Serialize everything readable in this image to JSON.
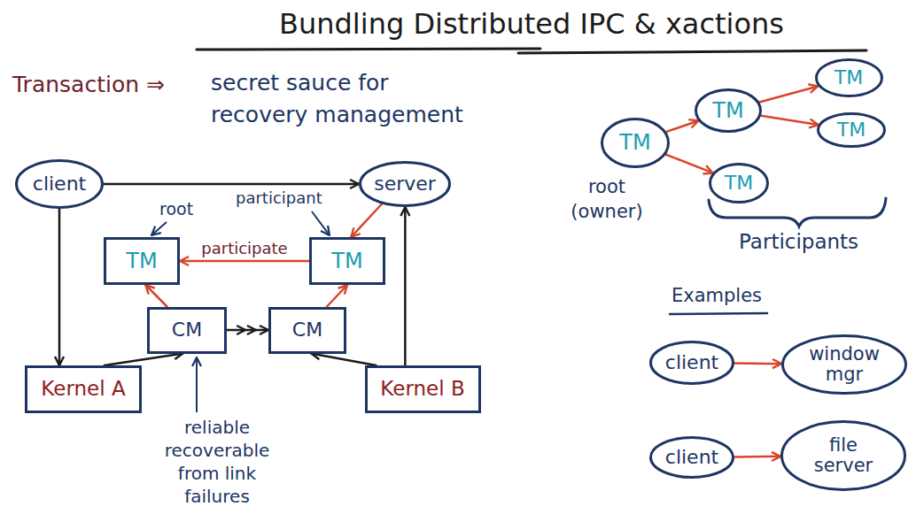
{
  "diagram": {
    "title": "Bundling Distributed IPC & xactions",
    "nodes": [
      {
        "text": [
          "client"
        ]
      },
      {
        "text": [
          "server"
        ]
      },
      {
        "text": [
          "TM"
        ]
      },
      {
        "text": [
          "TM"
        ]
      },
      {
        "text": [
          "CM"
        ]
      },
      {
        "text": [
          "CM"
        ]
      },
      {
        "text": [
          "Kernel A"
        ]
      },
      {
        "text": [
          "Kernel B"
        ]
      },
      {
        "text": [
          "TM"
        ]
      },
      {
        "text": [
          "TM"
        ]
      },
      {
        "text": [
          "TM"
        ]
      },
      {
        "text": [
          "TM"
        ]
      },
      {
        "text": [
          "TM"
        ]
      },
      {
        "text": [
          "client"
        ]
      },
      {
        "text": [
          "window mgr"
        ]
      },
      {
        "text": [
          "client"
        ]
      },
      {
        "text": [
          "file server"
        ]
      }
    ],
    "edges": [
      {
        "from": 0,
        "to": 1,
        "arrow": "to"
      },
      {
        "from": 0,
        "to": 6,
        "arrow": "to"
      },
      {
        "from": 6,
        "to": 4,
        "arrow": "to"
      },
      {
        "from": 7,
        "to": 5,
        "arrow": "to"
      },
      {
        "from": 7,
        "to": 1,
        "arrow": "to"
      },
      {
        "from": 4,
        "to": 2,
        "arrow": "to"
      },
      {
        "from": 5,
        "to": 3,
        "arrow": "to"
      },
      {
        "from": 1,
        "to": 3,
        "arrow": "to"
      },
      {
        "from": 3,
        "to": 2,
        "label": "participate",
        "arrow": "to"
      },
      {
        "from": 4,
        "to": 5,
        "arrow": "to"
      },
      {
        "from": 8,
        "to": 9,
        "arrow": "to"
      },
      {
        "from": 8,
        "to": 12,
        "arrow": "to"
      },
      {
        "from": 9,
        "to": 10,
        "arrow": "to"
      },
      {
        "from": 9,
        "to": 11,
        "arrow": "to"
      },
      {
        "from": 13,
        "to": 14,
        "arrow": "to"
      },
      {
        "from": 15,
        "to": 16,
        "arrow": "to"
      }
    ],
    "labels": [
      "Transaction ⇒",
      "secret sauce for recovery management",
      "root",
      "participant",
      "reliable recoverable from link failures",
      "root (owner)",
      "Participants",
      "Examples"
    ]
  }
}
